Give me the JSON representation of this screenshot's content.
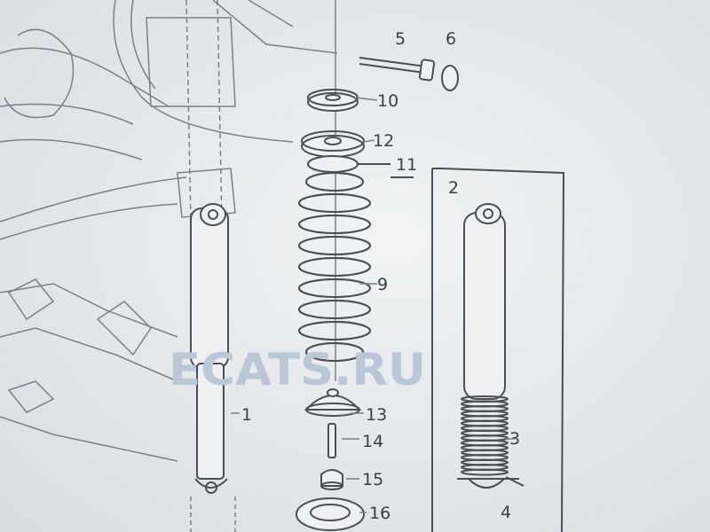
{
  "diagram": {
    "watermark": "ECATS.RU",
    "labels": {
      "p1": "1",
      "p2": "2",
      "p3": "3",
      "p4": "4",
      "p5": "5",
      "p6": "6",
      "p9": "9",
      "p10": "10",
      "p11": "11",
      "p12": "12",
      "p13": "13",
      "p14": "14",
      "p15": "15",
      "p16": "16"
    },
    "colors": {
      "background": "#e9ecee",
      "line": "#4a4f55",
      "watermark": "#b9c7d6"
    }
  }
}
